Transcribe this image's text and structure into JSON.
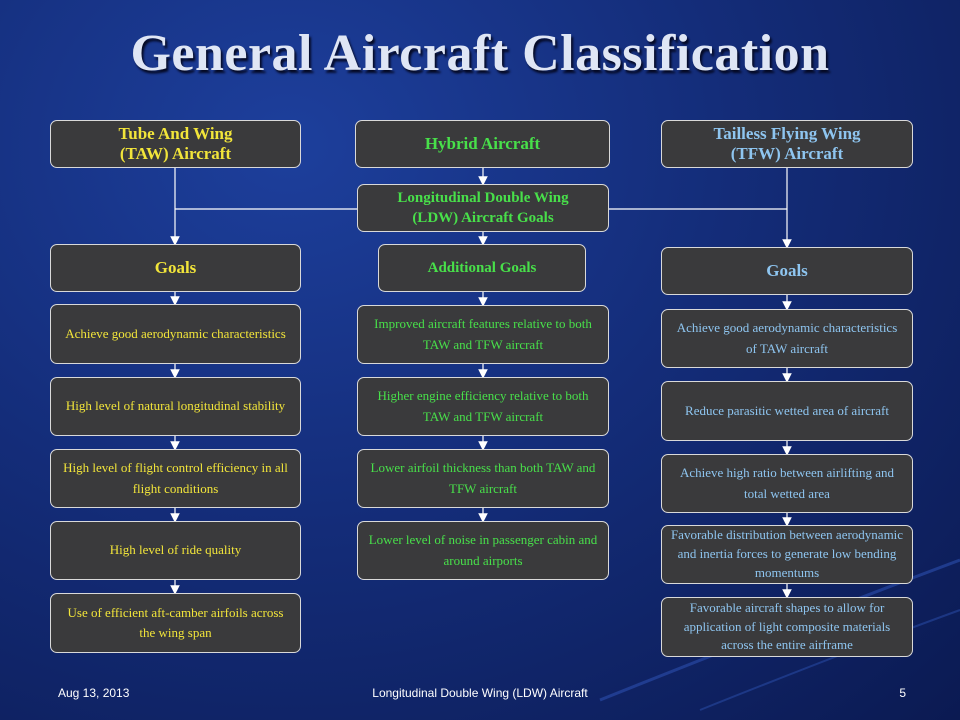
{
  "title": "General Aircraft Classification",
  "left": {
    "header": [
      "Tube And Wing",
      "(TAW) Aircraft"
    ],
    "goals_label": "Goals",
    "items": [
      "Achieve good aerodynamic characteristics",
      "High level of natural longitudinal stability",
      "High level of flight control efficiency in all flight conditions",
      "High level of ride quality",
      "Use of efficient aft-camber airfoils across the wing span"
    ]
  },
  "middle": {
    "header": "Hybrid Aircraft",
    "ldw_goals": [
      "Longitudinal Double Wing",
      "(LDW) Aircraft Goals"
    ],
    "goals_label": "Additional Goals",
    "items": [
      "Improved aircraft features relative to both TAW and TFW aircraft",
      "Higher engine efficiency relative to both TAW and TFW aircraft",
      "Lower airfoil thickness than both TAW and TFW aircraft",
      "Lower level of noise in passenger cabin and around airports"
    ]
  },
  "right": {
    "header": [
      "Tailless Flying Wing",
      "(TFW) Aircraft"
    ],
    "goals_label": "Goals",
    "items": [
      "Achieve good aerodynamic characteristics of TAW aircraft",
      "Reduce parasitic wetted area of aircraft",
      "Achieve high ratio between airlifting and total wetted area",
      "Favorable distribution between aerodynamic and inertia forces to generate low bending momentums",
      "Favorable aircraft shapes to allow for application of light composite materials across the entire airframe"
    ]
  },
  "footer": {
    "date": "Aug 13, 2013",
    "center": "Longitudinal Double Wing (LDW) Aircraft",
    "page": "5"
  },
  "colors": {
    "left_text": "#f2e53a",
    "middle_text": "#48e04a",
    "right_text": "#8ec5f0",
    "box_fill": "#3a3a3c",
    "background": "#142d7a"
  }
}
